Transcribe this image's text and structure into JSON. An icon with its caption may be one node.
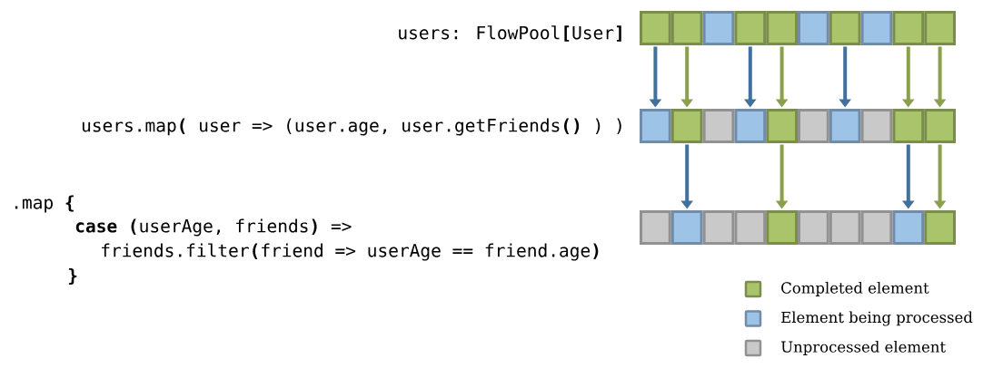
{
  "diagram": {
    "nodes": [
      {
        "text": [],
        "shape": "box"
      },
      {
        "text": [],
        "shape": "box"
      },
      {
        "text": [],
        "shape": "box"
      },
      {
        "text": [],
        "shape": "box"
      },
      {
        "text": [],
        "shape": "box"
      },
      {
        "text": [],
        "shape": "box"
      },
      {
        "text": [],
        "shape": "box"
      },
      {
        "text": [],
        "shape": "box"
      },
      {
        "text": [],
        "shape": "box"
      },
      {
        "text": [],
        "shape": "box"
      },
      {
        "text": [],
        "shape": "box"
      },
      {
        "text": [],
        "shape": "box"
      },
      {
        "text": [],
        "shape": "box"
      },
      {
        "text": [],
        "shape": "box"
      },
      {
        "text": [],
        "shape": "box"
      },
      {
        "text": [],
        "shape": "box"
      },
      {
        "text": [],
        "shape": "box"
      },
      {
        "text": [],
        "shape": "box"
      },
      {
        "text": [],
        "shape": "box"
      },
      {
        "text": [],
        "shape": "box"
      },
      {
        "text": [],
        "shape": "box"
      },
      {
        "text": [],
        "shape": "box"
      },
      {
        "text": [],
        "shape": "box"
      },
      {
        "text": [],
        "shape": "box"
      },
      {
        "text": [],
        "shape": "box"
      },
      {
        "text": [],
        "shape": "box"
      },
      {
        "text": [],
        "shape": "box"
      },
      {
        "text": [],
        "shape": "box"
      },
      {
        "text": [],
        "shape": "box"
      },
      {
        "text": [],
        "shape": "box"
      }
    ],
    "edges": [
      {
        "from": 0,
        "to": 10,
        "arrow": "to",
        "color": "#41719c"
      },
      {
        "from": 1,
        "to": 11,
        "arrow": "to"
      },
      {
        "from": 3,
        "to": 13,
        "arrow": "to",
        "color": "#41719c"
      },
      {
        "from": 4,
        "to": 14,
        "arrow": "to"
      },
      {
        "from": 6,
        "to": 16,
        "arrow": "to",
        "color": "#41719c"
      },
      {
        "from": 8,
        "to": 18,
        "arrow": "to"
      },
      {
        "from": 9,
        "to": 19,
        "arrow": "to"
      },
      {
        "from": 11,
        "to": 21,
        "arrow": "to",
        "color": "#41719c"
      },
      {
        "from": 14,
        "to": 24,
        "arrow": "to"
      },
      {
        "from": 18,
        "to": 28,
        "arrow": "to",
        "color": "#41719c"
      },
      {
        "from": 19,
        "to": 29,
        "arrow": "to"
      }
    ],
    "labels": [
      "users: FlowPool**[**User**]**",
      "users.map**(** user => (user.age, user.getFriends**()** ) )",
      ".map **{**",
      "**case (**userAge, friends**)** =>",
      "friends.filter**(**friend => userAge == friend.age**)**",
      "**}**"
    ],
    "legend": [
      {
        "text": "Completed element",
        "color": "#aac46b"
      },
      {
        "text": "Element being processed",
        "color": "#9dc3e6"
      },
      {
        "text": "Unprocessed element",
        "color": "#c9c9c9"
      }
    ]
  }
}
